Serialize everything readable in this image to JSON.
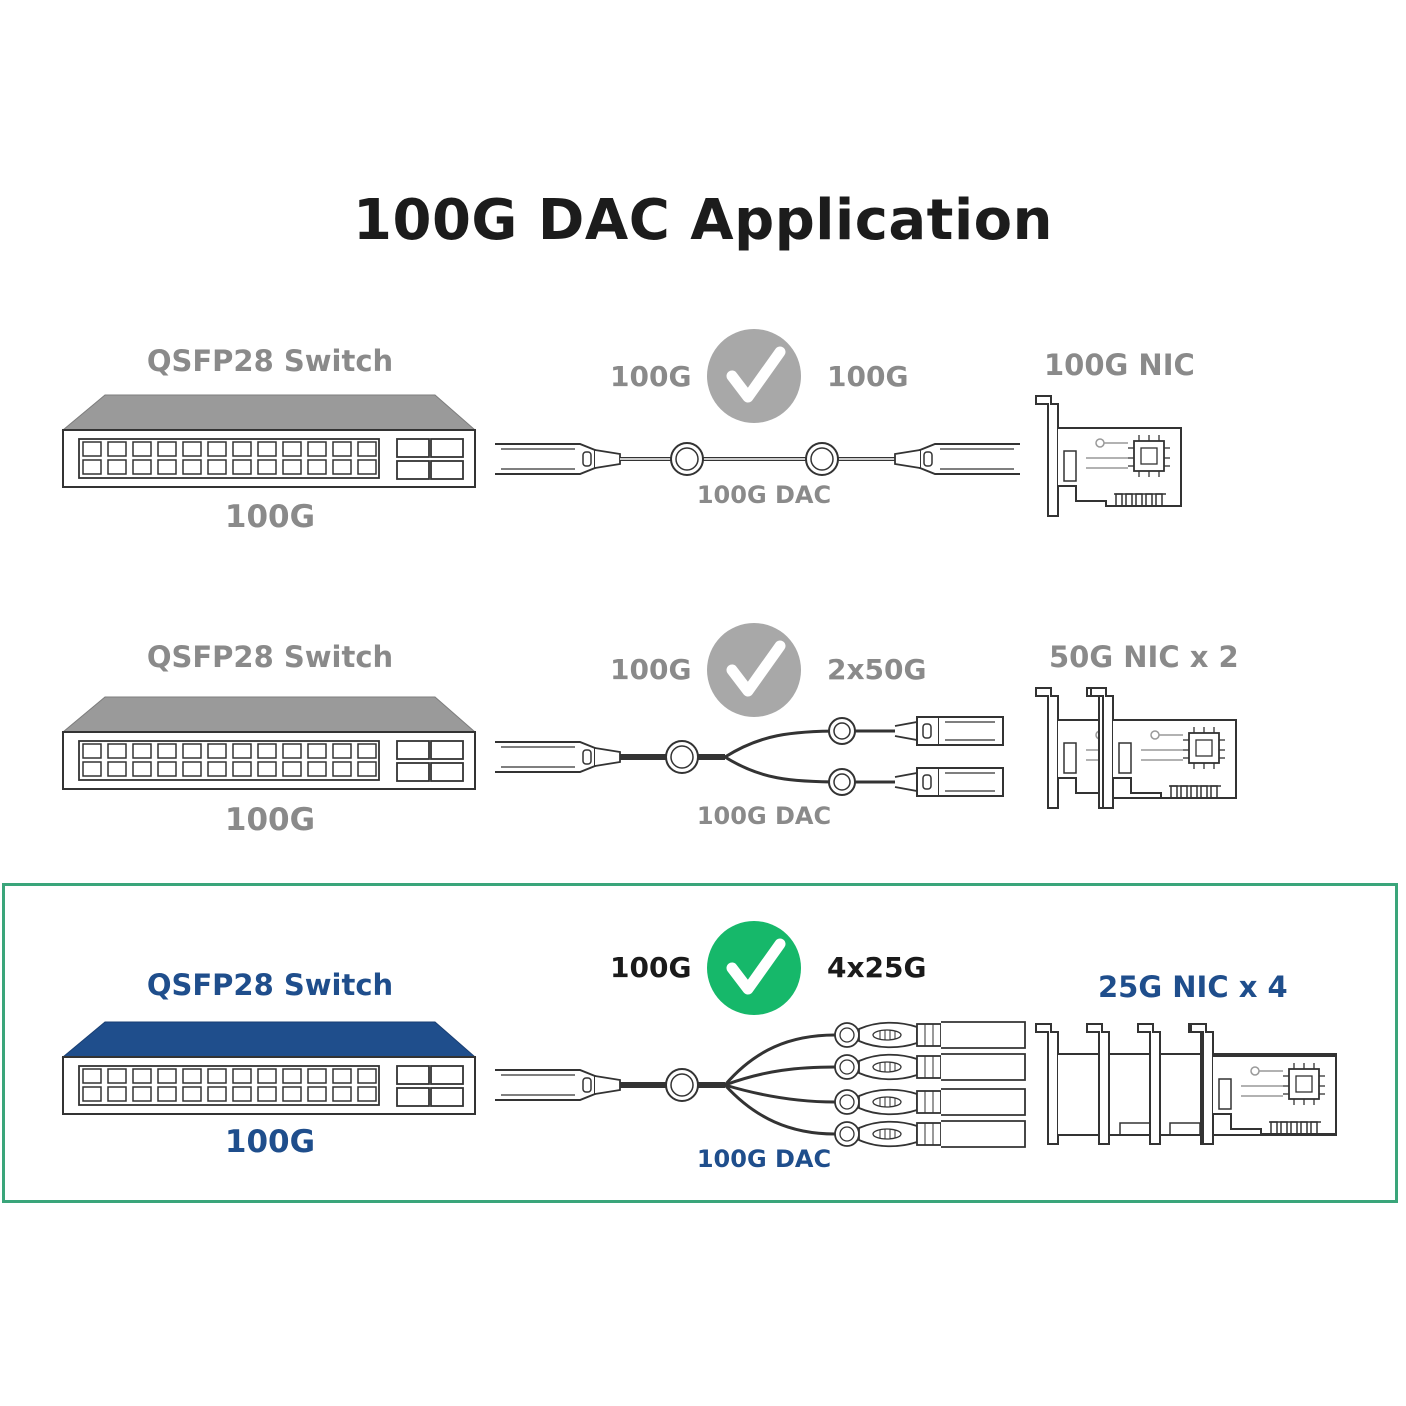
{
  "title": "100G DAC Application",
  "colors": {
    "muted": "#8a8a8a",
    "dark": "#1a1a1a",
    "blue": "#1f4e8c",
    "green": "#16b86a",
    "highlight_border": "#3aa57a"
  },
  "rows": [
    {
      "switch_label": "QSFP28 Switch",
      "switch_speed": "100G",
      "left_rate": "100G",
      "right_rate": "100G",
      "check_icon": "check-circle-icon",
      "cable_label": "100G DAC",
      "nic_label": "100G NIC"
    },
    {
      "switch_label": "QSFP28 Switch",
      "switch_speed": "100G",
      "left_rate": "100G",
      "right_rate": "2x50G",
      "check_icon": "check-circle-icon",
      "cable_label": "100G DAC",
      "nic_label": "50G NIC x 2"
    },
    {
      "switch_label": "QSFP28 Switch",
      "switch_speed": "100G",
      "left_rate": "100G",
      "right_rate": "4x25G",
      "check_icon": "check-circle-icon",
      "cable_label": "100G DAC",
      "nic_label": "25G NIC x 4"
    }
  ]
}
